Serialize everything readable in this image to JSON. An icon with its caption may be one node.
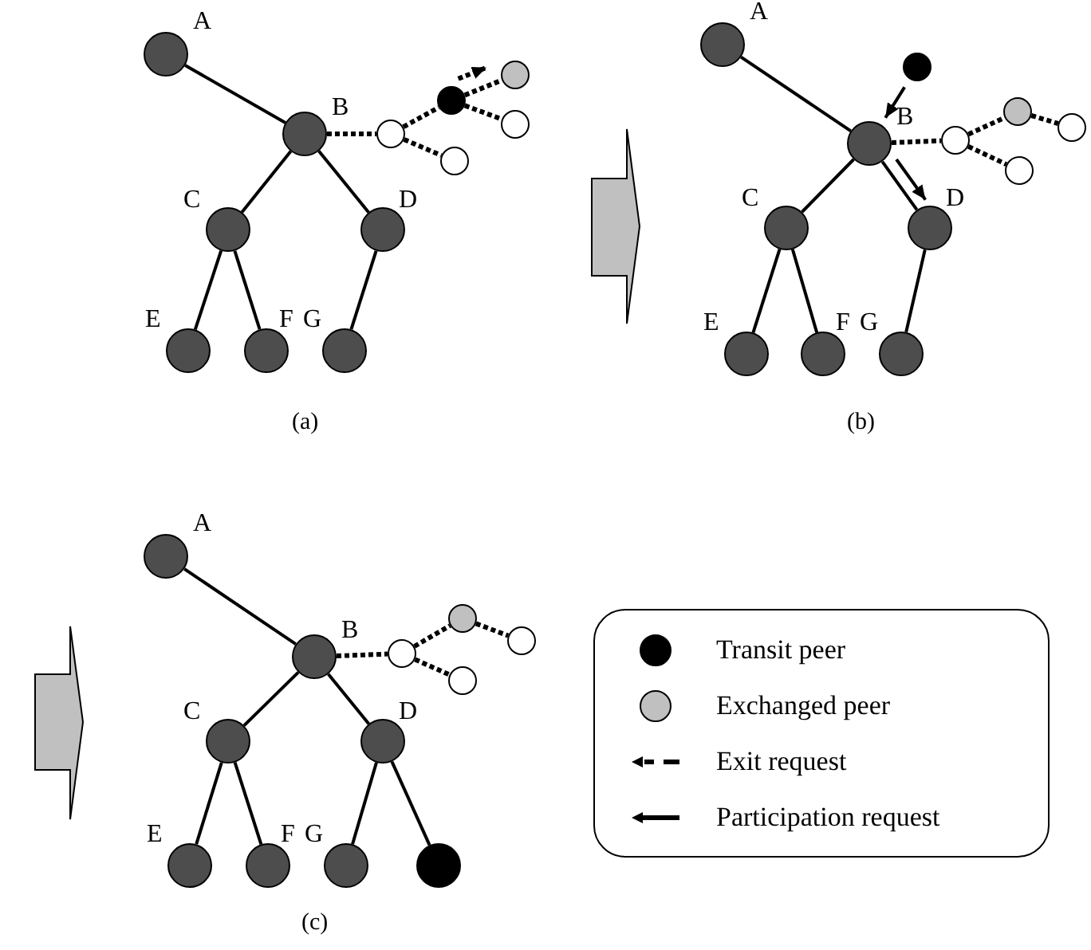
{
  "diagram": {
    "nodes": [
      {
        "text": [],
        "shape": "circle",
        "beside": [
          "A"
        ]
      },
      {
        "text": [],
        "shape": "circle",
        "beside": [
          "B"
        ]
      },
      {
        "text": [],
        "shape": "circle",
        "beside": [
          "C"
        ]
      },
      {
        "text": [],
        "shape": "circle",
        "beside": [
          "D"
        ]
      },
      {
        "text": [],
        "shape": "circle",
        "beside": [
          "E"
        ]
      },
      {
        "text": [],
        "shape": "circle",
        "beside": [
          "F"
        ]
      },
      {
        "text": [],
        "shape": "circle",
        "beside": [
          "G"
        ]
      },
      {
        "text": [],
        "shape": "circle"
      },
      {
        "text": [],
        "shape": "circle"
      },
      {
        "text": [],
        "shape": "circle"
      },
      {
        "text": [],
        "shape": "circle"
      },
      {
        "text": [],
        "shape": "circle"
      },
      {
        "text": [],
        "shape": "circle",
        "beside": [
          "A"
        ]
      },
      {
        "text": [],
        "shape": "circle",
        "beside": [
          "B"
        ]
      },
      {
        "text": [],
        "shape": "circle",
        "beside": [
          "C"
        ]
      },
      {
        "text": [],
        "shape": "circle",
        "beside": [
          "D"
        ]
      },
      {
        "text": [],
        "shape": "circle",
        "beside": [
          "E"
        ]
      },
      {
        "text": [],
        "shape": "circle",
        "beside": [
          "F"
        ]
      },
      {
        "text": [],
        "shape": "circle",
        "beside": [
          "G"
        ]
      },
      {
        "text": [],
        "shape": "circle"
      },
      {
        "text": [],
        "shape": "circle"
      },
      {
        "text": [],
        "shape": "circle"
      },
      {
        "text": [],
        "shape": "circle"
      },
      {
        "text": [],
        "shape": "circle"
      },
      {
        "text": [],
        "shape": "circle",
        "beside": [
          "A"
        ]
      },
      {
        "text": [],
        "shape": "circle",
        "beside": [
          "B"
        ]
      },
      {
        "text": [],
        "shape": "circle",
        "beside": [
          "C"
        ]
      },
      {
        "text": [],
        "shape": "circle",
        "beside": [
          "D"
        ]
      },
      {
        "text": [],
        "shape": "circle",
        "beside": [
          "E"
        ]
      },
      {
        "text": [],
        "shape": "circle",
        "beside": [
          "F"
        ]
      },
      {
        "text": [],
        "shape": "circle",
        "beside": [
          "G"
        ]
      },
      {
        "text": [],
        "shape": "circle"
      },
      {
        "text": [],
        "shape": "circle"
      },
      {
        "text": [],
        "shape": "circle"
      },
      {
        "text": [],
        "shape": "circle"
      },
      {
        "text": [],
        "shape": "circle"
      }
    ],
    "edges": [
      {
        "from": 0,
        "to": 1,
        "arrow": "none"
      },
      {
        "from": 1,
        "to": 2,
        "arrow": "none"
      },
      {
        "from": 1,
        "to": 3,
        "arrow": "none"
      },
      {
        "from": 2,
        "to": 4,
        "arrow": "none"
      },
      {
        "from": 2,
        "to": 5,
        "arrow": "none"
      },
      {
        "from": 3,
        "to": 6,
        "arrow": "none"
      },
      {
        "from": 1,
        "to": 7,
        "arrow": "none",
        "style": "dashed"
      },
      {
        "from": 7,
        "to": 8,
        "arrow": "none",
        "style": "dashed"
      },
      {
        "from": 8,
        "to": 9,
        "arrow": "none",
        "style": "dashed"
      },
      {
        "from": 8,
        "to": 10,
        "arrow": "none",
        "style": "dashed"
      },
      {
        "from": 7,
        "to": 11,
        "arrow": "none",
        "style": "dashed"
      },
      {
        "from": 8,
        "to": 9,
        "arrow": "to",
        "style": "dashed"
      },
      {
        "from": 12,
        "to": 13,
        "arrow": "none"
      },
      {
        "from": 13,
        "to": 14,
        "arrow": "none"
      },
      {
        "from": 13,
        "to": 15,
        "arrow": "none"
      },
      {
        "from": 14,
        "to": 16,
        "arrow": "none"
      },
      {
        "from": 14,
        "to": 17,
        "arrow": "none"
      },
      {
        "from": 15,
        "to": 18,
        "arrow": "none"
      },
      {
        "from": 13,
        "to": 20,
        "arrow": "none",
        "style": "dashed"
      },
      {
        "from": 20,
        "to": 21,
        "arrow": "none",
        "style": "dashed"
      },
      {
        "from": 21,
        "to": 22,
        "arrow": "none",
        "style": "dashed"
      },
      {
        "from": 20,
        "to": 23,
        "arrow": "none",
        "style": "dashed"
      },
      {
        "from": 19,
        "to": 13,
        "arrow": "to"
      },
      {
        "from": 13,
        "to": 15,
        "arrow": "to"
      },
      {
        "from": 24,
        "to": 25,
        "arrow": "none"
      },
      {
        "from": 25,
        "to": 26,
        "arrow": "none"
      },
      {
        "from": 25,
        "to": 27,
        "arrow": "none"
      },
      {
        "from": 26,
        "to": 28,
        "arrow": "none"
      },
      {
        "from": 26,
        "to": 29,
        "arrow": "none"
      },
      {
        "from": 27,
        "to": 30,
        "arrow": "none"
      },
      {
        "from": 27,
        "to": 31,
        "arrow": "none"
      },
      {
        "from": 25,
        "to": 32,
        "arrow": "none",
        "style": "dashed"
      },
      {
        "from": 32,
        "to": 33,
        "arrow": "none",
        "style": "dashed"
      },
      {
        "from": 33,
        "to": 34,
        "arrow": "none",
        "style": "dashed"
      },
      {
        "from": 32,
        "to": 35,
        "arrow": "none",
        "style": "dashed"
      }
    ],
    "labels": [
      "(a)",
      "(b)",
      "(c)"
    ],
    "legend": [
      {
        "text": "Transit peer",
        "color": "#000000"
      },
      {
        "text": "Exchanged peer",
        "color": "#c0c0c0"
      },
      {
        "text": "Exit request"
      },
      {
        "text": "Participation request"
      }
    ]
  }
}
